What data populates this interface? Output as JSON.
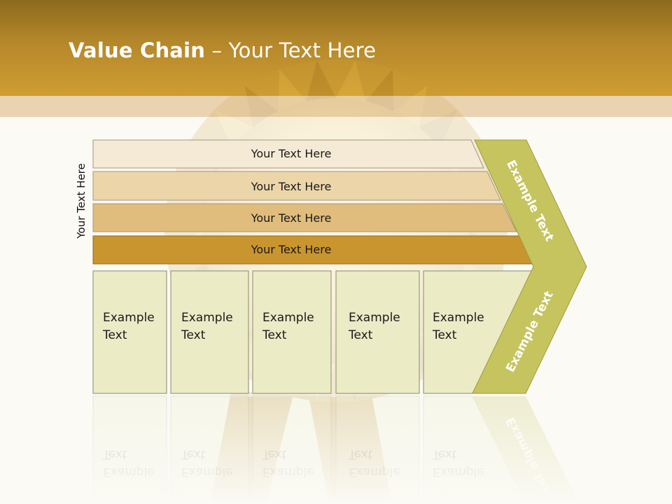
{
  "slide": {
    "title_bold": "Value Chain",
    "title_rest": " – Your Text Here",
    "side_label": "Your Text Here",
    "rows": [
      {
        "label": "Your Text Here"
      },
      {
        "label": "Your Text Here"
      },
      {
        "label": "Your Text Here"
      },
      {
        "label": "Your Text Here"
      }
    ],
    "columns": [
      {
        "line1": "Example",
        "line2": "Text"
      },
      {
        "line1": "Example",
        "line2": "Text"
      },
      {
        "line1": "Example",
        "line2": "Text"
      },
      {
        "line1": "Example",
        "line2": "Text"
      },
      {
        "line1": "Example",
        "line2": "Text"
      }
    ],
    "arrow_top": "Example Text",
    "arrow_bottom": "Example Text"
  },
  "colors": {
    "header": "#b5882a",
    "row_fills": [
      "#f5ead6",
      "#ecd6a9",
      "#e0bd7c",
      "#c9952f"
    ],
    "column_fill": "#ebebc6",
    "arrow": "#c6c45e"
  }
}
